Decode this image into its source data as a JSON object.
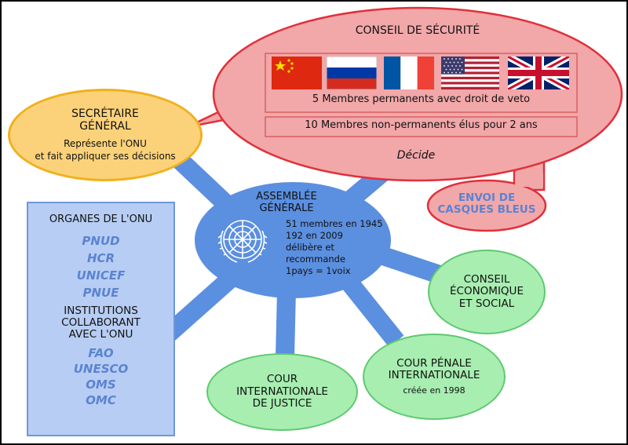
{
  "security_council": {
    "title": "CONSEIL DE SÉCURITÉ",
    "flags": [
      "china-flag-icon",
      "russia-flag-icon",
      "france-flag-icon",
      "usa-flag-icon",
      "uk-flag-icon"
    ],
    "permanent": "5 Membres permanents avec droit de veto",
    "non_permanent": "10 Membres non-permanents élus pour 2 ans",
    "decides": "Décide",
    "peacekeepers": [
      "ENVOI DE",
      "CASQUES BLEUS"
    ]
  },
  "secretary": {
    "title": [
      "SECRÉTAIRE",
      "GÉNÉRAL"
    ],
    "desc": [
      "Représente l'ONU",
      "et fait appliquer ses décisions"
    ]
  },
  "assembly": {
    "title": [
      "ASSEMBLÉE",
      "GÉNÉRALE"
    ],
    "details": [
      "51 membres en 1945",
      "192 en 2009",
      "délibère et",
      "recommande",
      "1pays = 1voix"
    ]
  },
  "organs": {
    "title": "ORGANES DE L'ONU",
    "programs": [
      "PNUD",
      "HCR",
      "UNICEF",
      "PNUE"
    ],
    "institutions_title": [
      "INSTITUTIONS",
      "COLLABORANT",
      "AVEC L'ONU"
    ],
    "institutions": [
      "FAO",
      "UNESCO",
      "OMS",
      "OMC"
    ]
  },
  "ecosoc": [
    "CONSEIL",
    "ÉCONOMIQUE",
    "ET SOCIAL"
  ],
  "icj": [
    "COUR",
    "INTERNATIONALE",
    "DE JUSTICE"
  ],
  "icc": {
    "title": [
      "COUR PÉNALE",
      "INTERNATIONALE"
    ],
    "note": "créée en 1998"
  },
  "colors": {
    "security_fill": "#f2a7a9",
    "security_border": "#e0303a",
    "secretary_fill": "#fbd27a",
    "secretary_border": "#f0b11e",
    "assembly_fill": "#5b8fe0",
    "organs_fill": "#b7cdf3",
    "organs_border": "#6f97dc",
    "court_fill": "#a7eeb0",
    "court_border": "#5ec971"
  }
}
